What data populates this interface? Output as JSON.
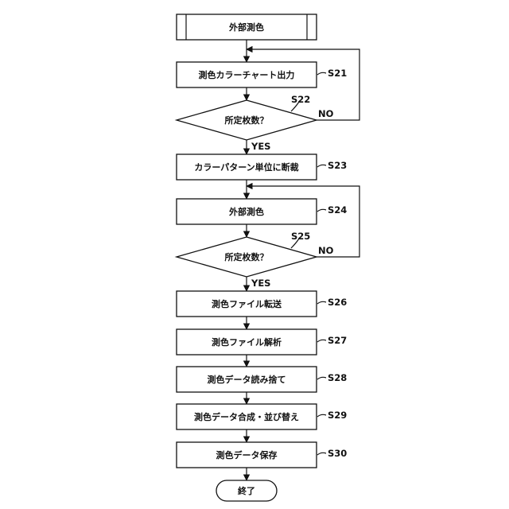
{
  "steps": {
    "start": {
      "text": "外部測色"
    },
    "s21": {
      "text": "測色カラーチャート出力",
      "label": "S21"
    },
    "s22": {
      "text": "所定枚数？",
      "label": "S22"
    },
    "s23": {
      "text": "カラーパターン単位に断裁",
      "label": "S23"
    },
    "s24": {
      "text": "外部測色",
      "label": "S24"
    },
    "s25": {
      "text": "所定枚数？",
      "label": "S25"
    },
    "s26": {
      "text": "測色ファイル転送",
      "label": "S26"
    },
    "s27": {
      "text": "測色ファイル解析",
      "label": "S27"
    },
    "s28": {
      "text": "測色データ読み捨て",
      "label": "S28"
    },
    "s29": {
      "text": "測色データ合成・並び替え",
      "label": "S29"
    },
    "s30": {
      "text": "測色データ保存",
      "label": "S30"
    },
    "end": {
      "text": "終了"
    }
  },
  "branches": {
    "s22_yes": "YES",
    "s22_no": "NO",
    "s25_yes": "YES",
    "s25_no": "NO"
  }
}
